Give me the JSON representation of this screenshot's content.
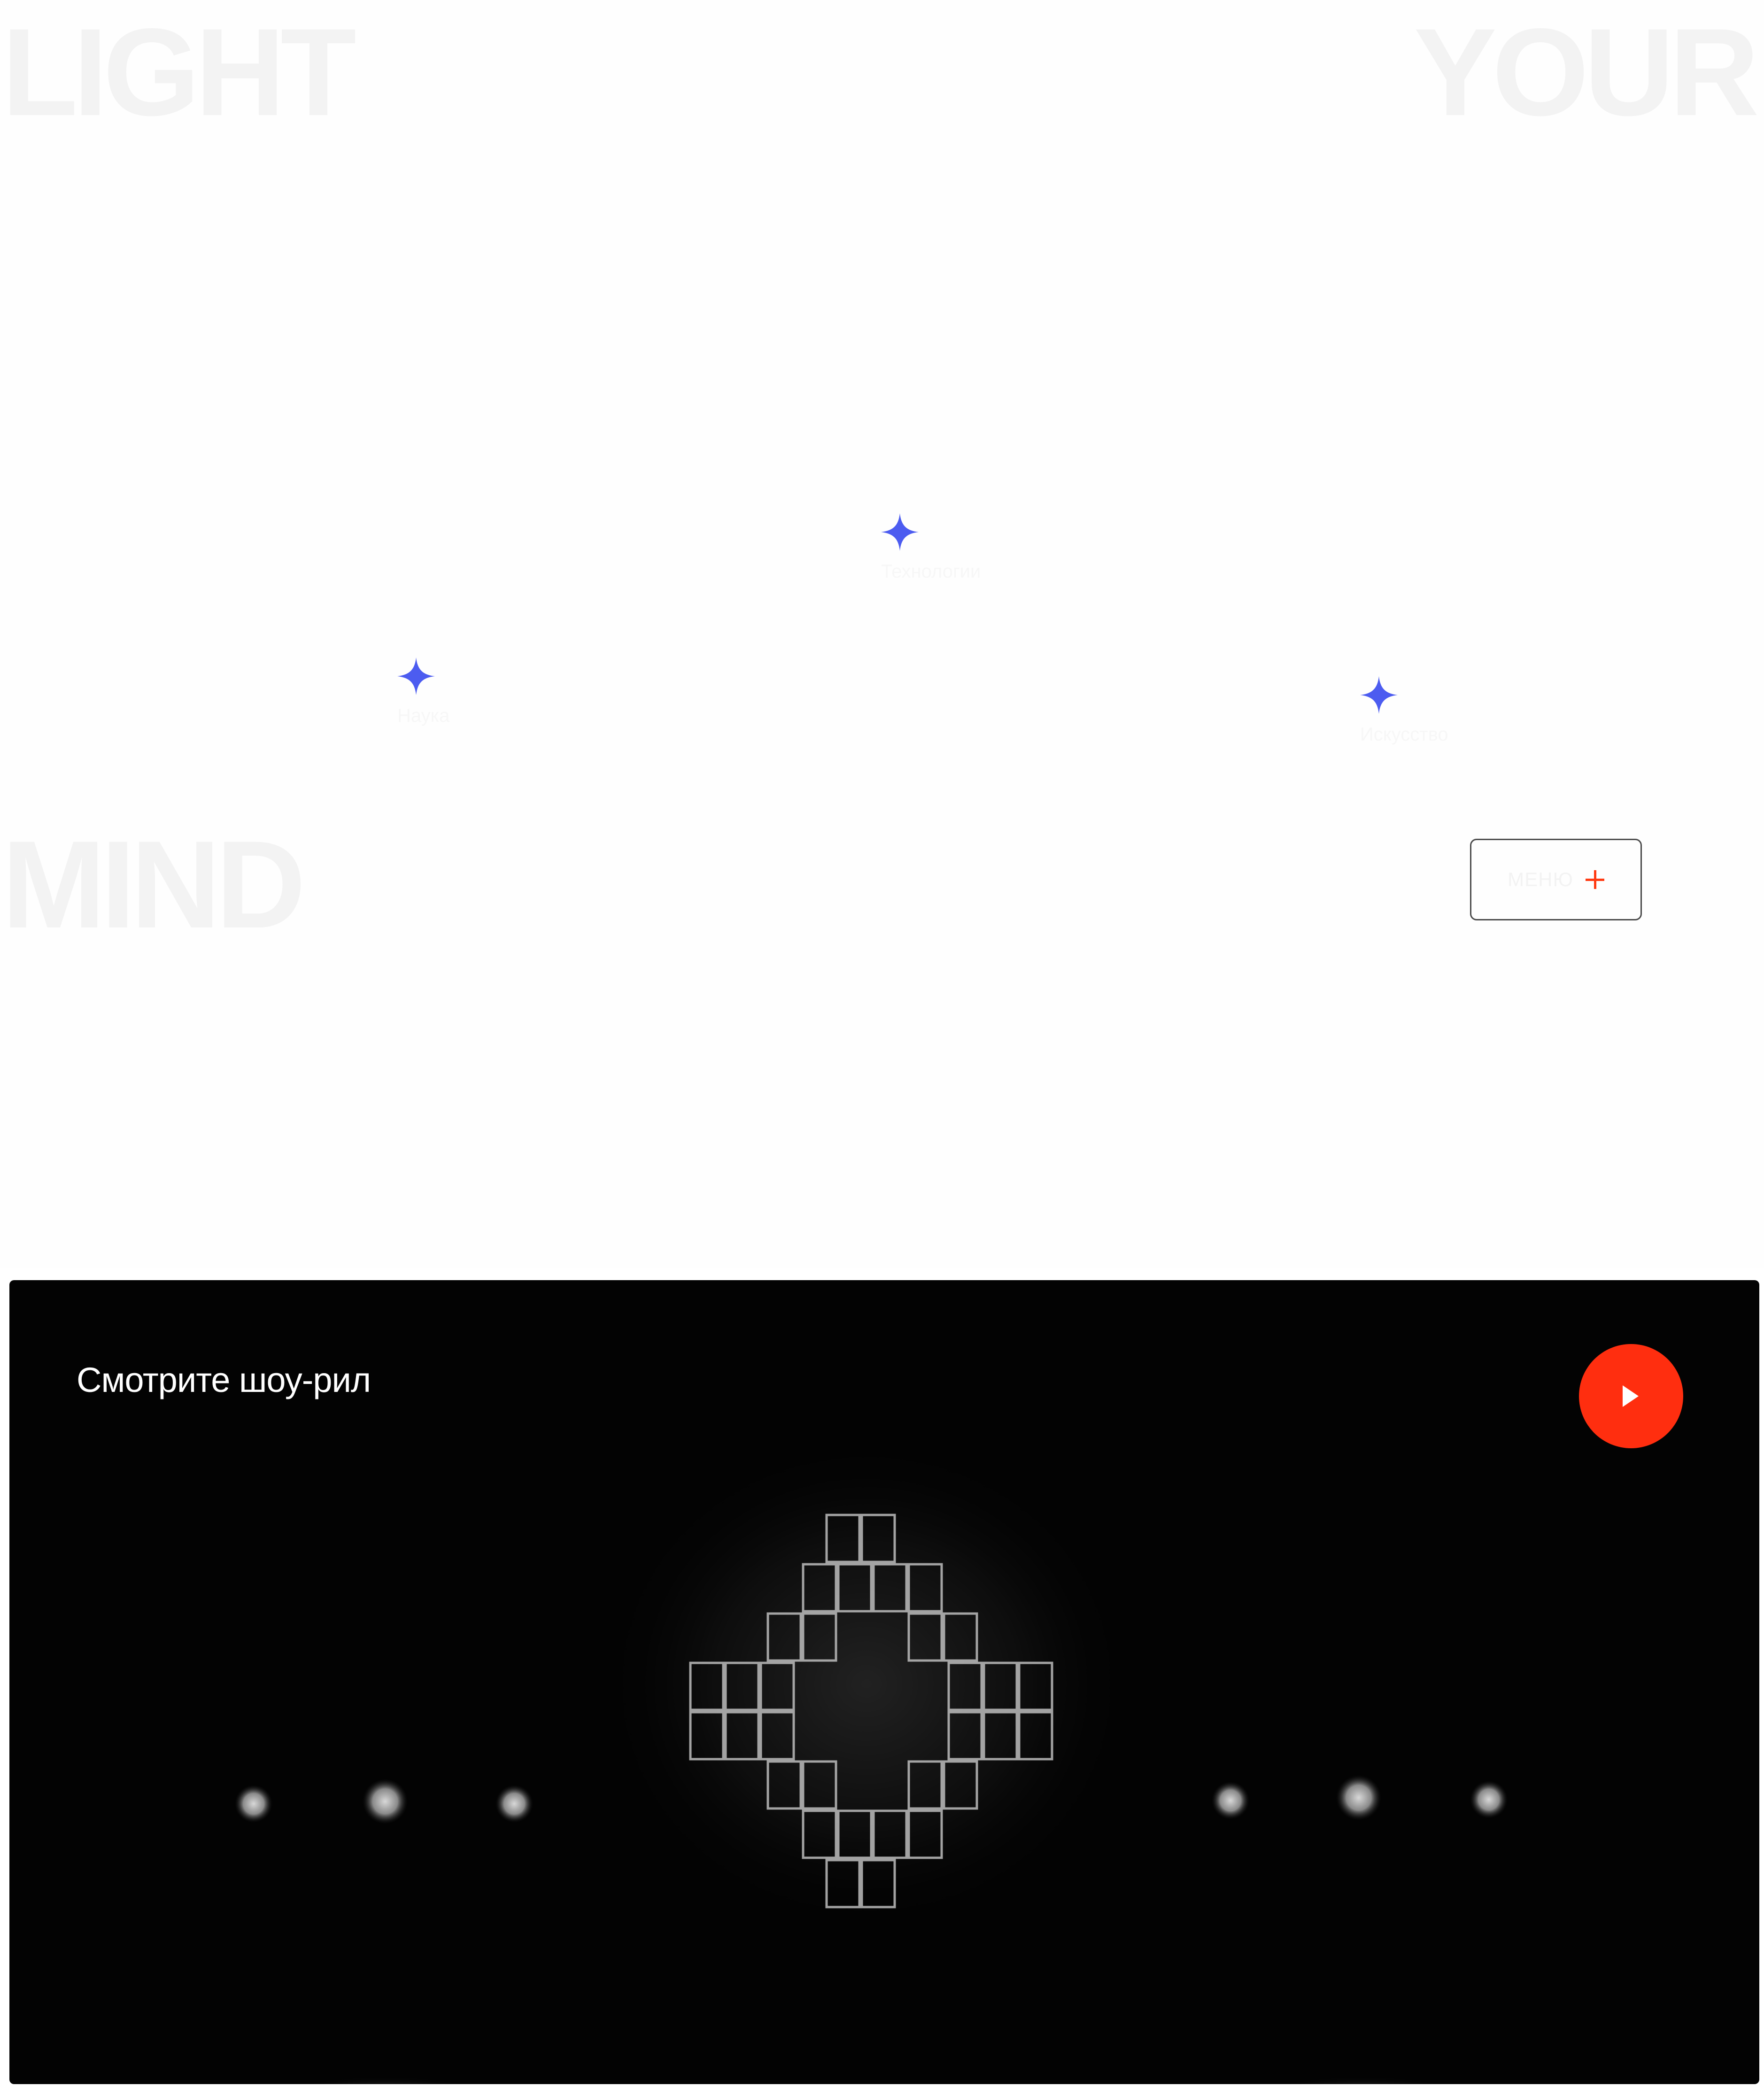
{
  "hero": {
    "words": {
      "light": "LIGHT",
      "your": "YOUR",
      "mind": "MIND"
    },
    "stars": [
      {
        "label": "Технологии"
      },
      {
        "label": "Наука"
      },
      {
        "label": "Искусство"
      }
    ],
    "star_color": "#4c5cf0",
    "menu": {
      "label": "МЕНЮ",
      "icon": "plus-icon",
      "accent": "#ff3a12"
    }
  },
  "showreel": {
    "title": "Смотрите шоу-рил",
    "play_icon": "play-icon",
    "play_color": "#ff2e0f",
    "background": "#030303"
  }
}
